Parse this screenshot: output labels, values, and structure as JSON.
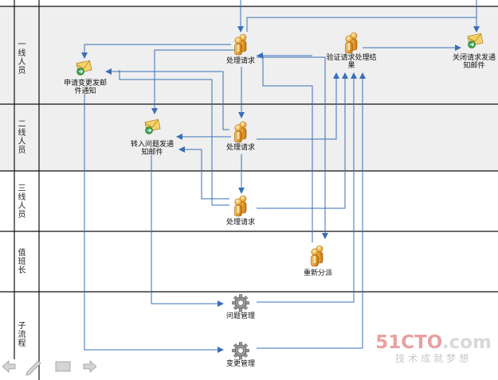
{
  "colors": {
    "lane_alt": "#efefef",
    "lane_plain": "#ffffff",
    "grid": "#111111",
    "arrow": "#3a6fb7",
    "actor_orange": "#f2a52a",
    "envelope": "#f0c040",
    "gear": "#8c8c8c"
  },
  "lanes": [
    {
      "id": "lane-1",
      "label": "一线人员"
    },
    {
      "id": "lane-2",
      "label": "二线人员"
    },
    {
      "id": "lane-3",
      "label": "三线人员"
    },
    {
      "id": "lane-duty",
      "label": "值班长"
    },
    {
      "id": "lane-sub",
      "label": "子流程"
    }
  ],
  "nodes": {
    "l1_process": "处理请求",
    "l1_verify": "验证请求处理结果",
    "l1_close_notify": "关闭请求发通知邮件",
    "l1_change_notify": "申请变更发邮件通知",
    "l2_process": "处理请求",
    "l2_problem_notify": "转入问题发通知邮件",
    "l3_process": "处理请求",
    "duty_reassign": "重新分派",
    "sub_problem_mgmt": "问题管理",
    "sub_change_mgmt": "变更管理"
  },
  "watermark": {
    "logo_main": "51CTO",
    "logo_suffix": ".com",
    "tagline": "技术成就梦想"
  },
  "icons": {
    "actor": "actor-group-icon",
    "mail": "mail-send-icon",
    "gear": "gear-icon",
    "nav_prev": "arrow-left-icon",
    "nav_pen": "pen-icon",
    "nav_slides": "slides-icon",
    "nav_next": "arrow-right-icon"
  }
}
